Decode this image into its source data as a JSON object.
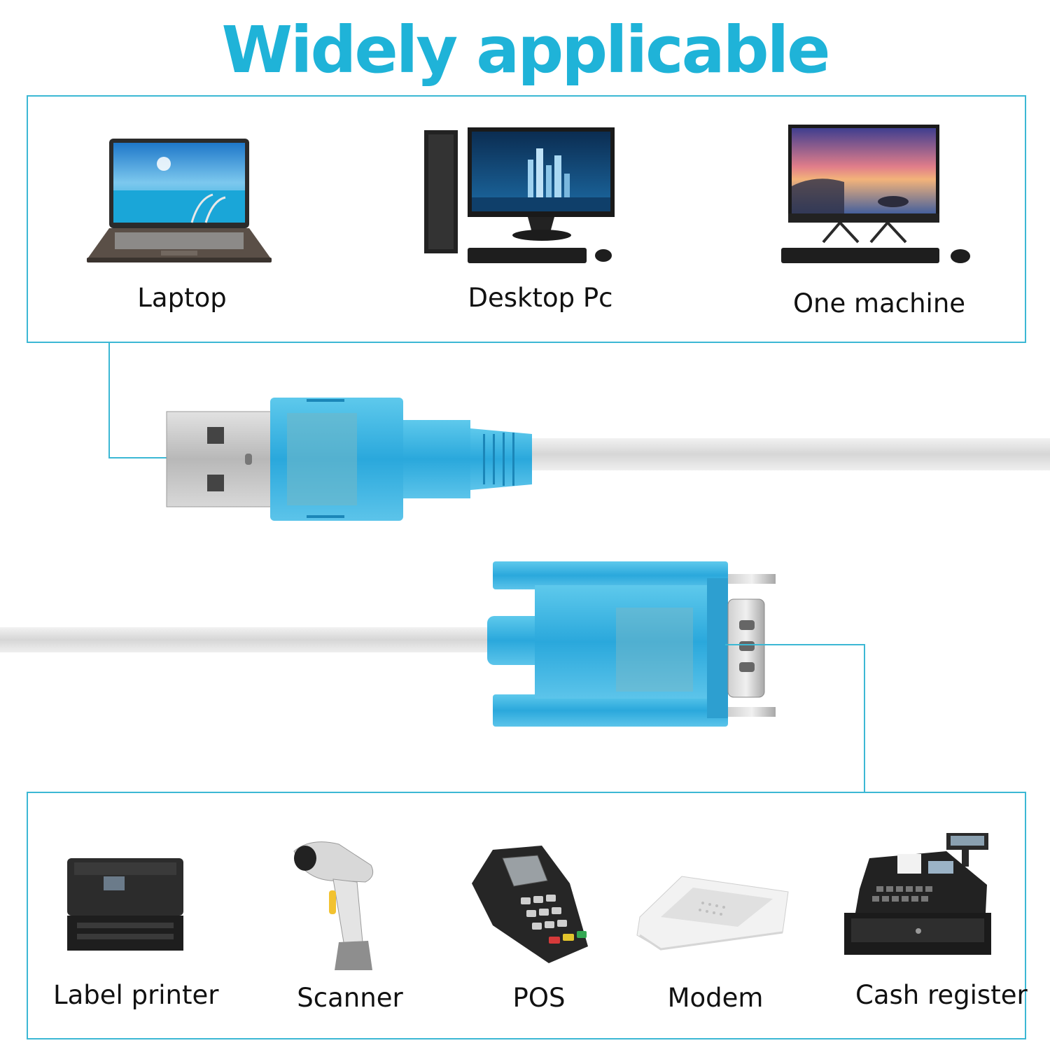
{
  "header": {
    "title": "Widely applicable"
  },
  "hosts": [
    {
      "label": "Laptop",
      "icon": "laptop-icon"
    },
    {
      "label": "Desktop Pc",
      "icon": "desktop-pc-icon"
    },
    {
      "label": "One machine",
      "icon": "all-in-one-pc-icon"
    }
  ],
  "devices": [
    {
      "label": "Label printer",
      "icon": "label-printer-icon"
    },
    {
      "label": "Scanner",
      "icon": "barcode-scanner-icon"
    },
    {
      "label": "POS",
      "icon": "pos-terminal-icon"
    },
    {
      "label": "Modem",
      "icon": "modem-icon"
    },
    {
      "label": "Cash register",
      "icon": "cash-register-icon"
    }
  ],
  "cable": {
    "ends": [
      "usb-a-connector-icon",
      "db9-serial-connector-icon"
    ]
  },
  "colors": {
    "accent": "#1fb3d8",
    "border": "#3cb8d4",
    "connector": "#3ab6e2"
  }
}
